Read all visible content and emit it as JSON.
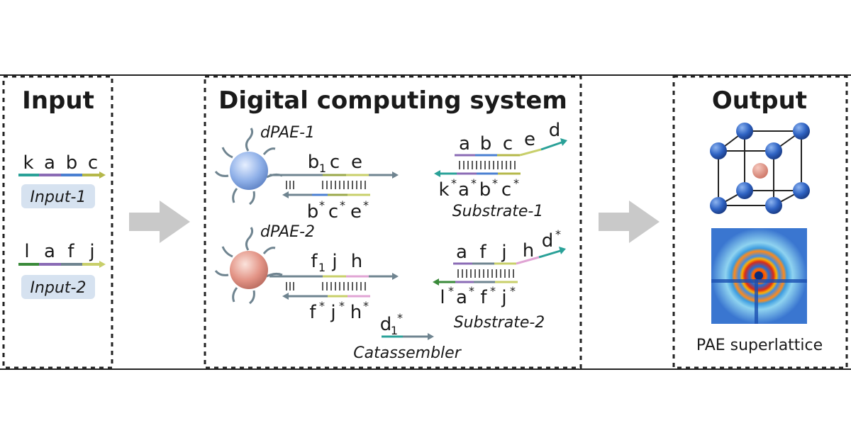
{
  "panels": {
    "input": {
      "title": "Input",
      "strands": [
        {
          "segments": [
            "k",
            "a",
            "b",
            "c"
          ],
          "label": "Input-1"
        },
        {
          "segments": [
            "l",
            "a",
            "f",
            "j"
          ],
          "label": "Input-2"
        }
      ]
    },
    "system": {
      "title": "Digital computing system",
      "dpae1": {
        "name": "dPAE-1",
        "top_segments": [
          "b",
          "c",
          "e"
        ],
        "top_subscript": "1",
        "bottom_segments": [
          "b",
          "c",
          "e"
        ],
        "bottom_star": "*"
      },
      "dpae2": {
        "name": "dPAE-2",
        "top_segments": [
          "f",
          "j",
          "h"
        ],
        "top_subscript": "1",
        "bottom_segments": [
          "f",
          "j",
          "h"
        ],
        "bottom_star": "*"
      },
      "substrate1": {
        "name": "Substrate-1",
        "top_segments": [
          "a",
          "b",
          "c",
          "e",
          "d"
        ],
        "bottom_segments": [
          "k",
          "a",
          "b",
          "c"
        ]
      },
      "substrate2": {
        "name": "Substrate-2",
        "top_segments": [
          "a",
          "f",
          "j",
          "h",
          "d"
        ],
        "top_last_star": "*",
        "bottom_segments": [
          "l",
          "a",
          "f",
          "j"
        ]
      },
      "catassembler": {
        "name": "Catassembler",
        "segment": "d",
        "subscript": "1",
        "star": "*"
      }
    },
    "output": {
      "title": "Output",
      "caption": "PAE superlattice"
    }
  },
  "colors": {
    "teal": "#2aa198",
    "purple": "#8a6bb5",
    "blue": "#4a7fd1",
    "olive": "#b5b84a",
    "green": "#3a8a3a",
    "gray": "#6f8490",
    "arrow_gray": "#c8c8c8",
    "sphere_blue": "#8fb0e8",
    "sphere_red": "#e39486",
    "lattice_blue": "#2a5bb5"
  }
}
